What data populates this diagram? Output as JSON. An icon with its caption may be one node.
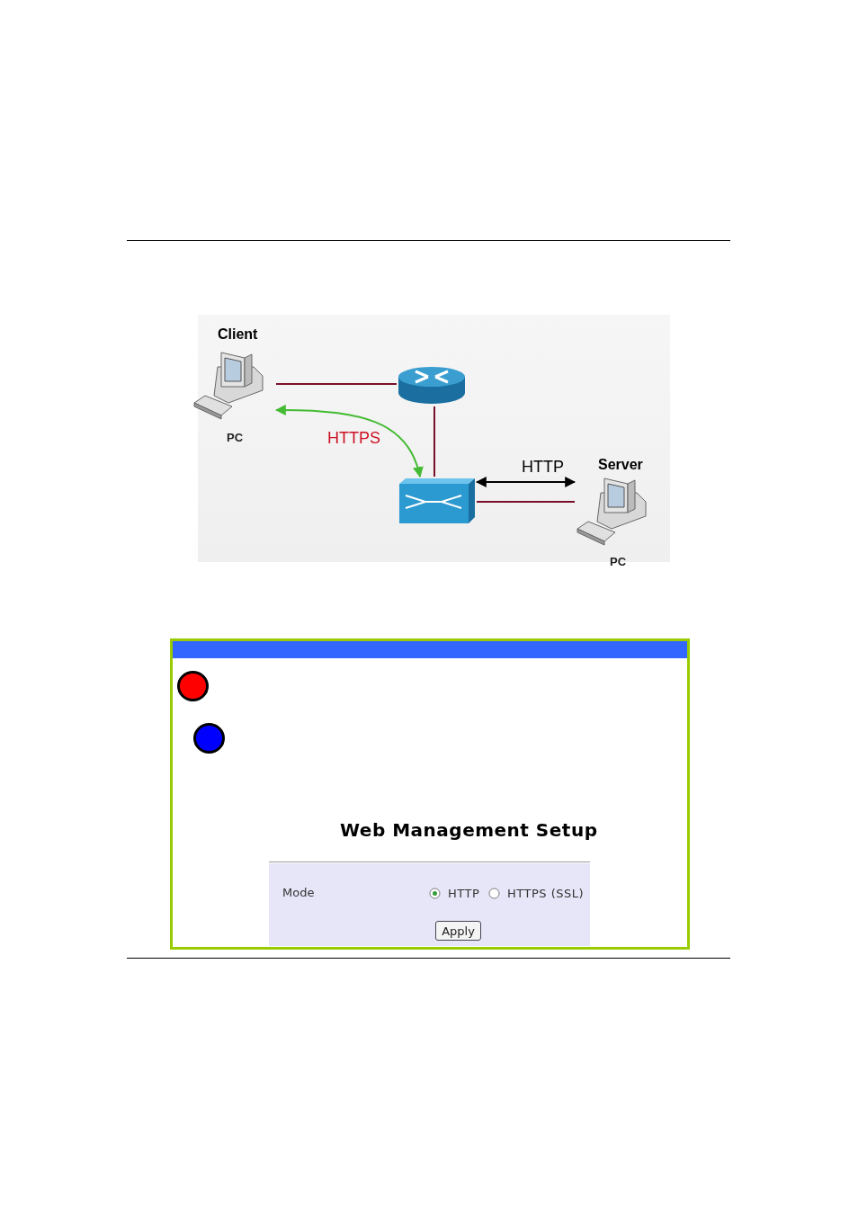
{
  "diagram": {
    "nodes": [
      {
        "text": [
          "Client"
        ],
        "beside": [
          "PC"
        ]
      },
      {
        "text": [],
        "shape": "cylinder"
      },
      {
        "text": [],
        "shape": "box"
      },
      {
        "text": [
          "Server"
        ],
        "beside": [
          "PC"
        ]
      },
      {
        "text": [],
        "shape": "circle"
      },
      {
        "text": [],
        "shape": "circle"
      }
    ],
    "edges": [
      {
        "from": 0,
        "to": 1,
        "arrow": "none"
      },
      {
        "from": 1,
        "to": 2,
        "arrow": "none"
      },
      {
        "from": 2,
        "to": 3,
        "arrow": "none"
      },
      {
        "from": 0,
        "to": 2,
        "arrow": "both",
        "label": "HTTPS",
        "color": "#44bb33"
      },
      {
        "from": 2,
        "to": 3,
        "arrow": "both",
        "label": "HTTP",
        "color": "#000000"
      }
    ],
    "labels": [
      "Web Management Setup",
      "Mode",
      "HTTP",
      "HTTPS (SSL)",
      "Apply"
    ]
  }
}
